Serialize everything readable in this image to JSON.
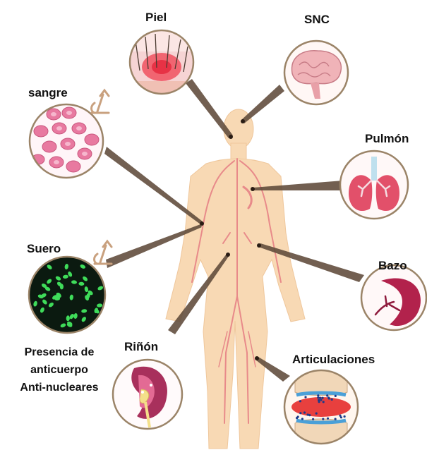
{
  "labels": {
    "skin": "Piel",
    "cns": "SNC",
    "blood": "sangre",
    "lung": "Pulmón",
    "serum": "Suero",
    "spleen": "Bazo",
    "kidney": "Riñón",
    "joints": "Articulaciones"
  },
  "note": {
    "line1": "Presencia de",
    "line2": "anticuerpo",
    "line3": "Anti-nucleares"
  },
  "colors": {
    "body": "#f8d9b4",
    "vessel": "#e88a8a",
    "connector": "#5f4a3a",
    "circle_border": "#9b8468",
    "serum_bg": "#0b1a10",
    "serum_cell": "#3fdc5a",
    "rbc": "#e879a0",
    "lung": "#e2506a",
    "spleen": "#b2224c",
    "kidney": "#a8305c",
    "skin_inflam": "#ef4050",
    "brain": "#f0b3b8"
  },
  "icons": [
    "microscope-icon",
    "microscope-icon"
  ]
}
